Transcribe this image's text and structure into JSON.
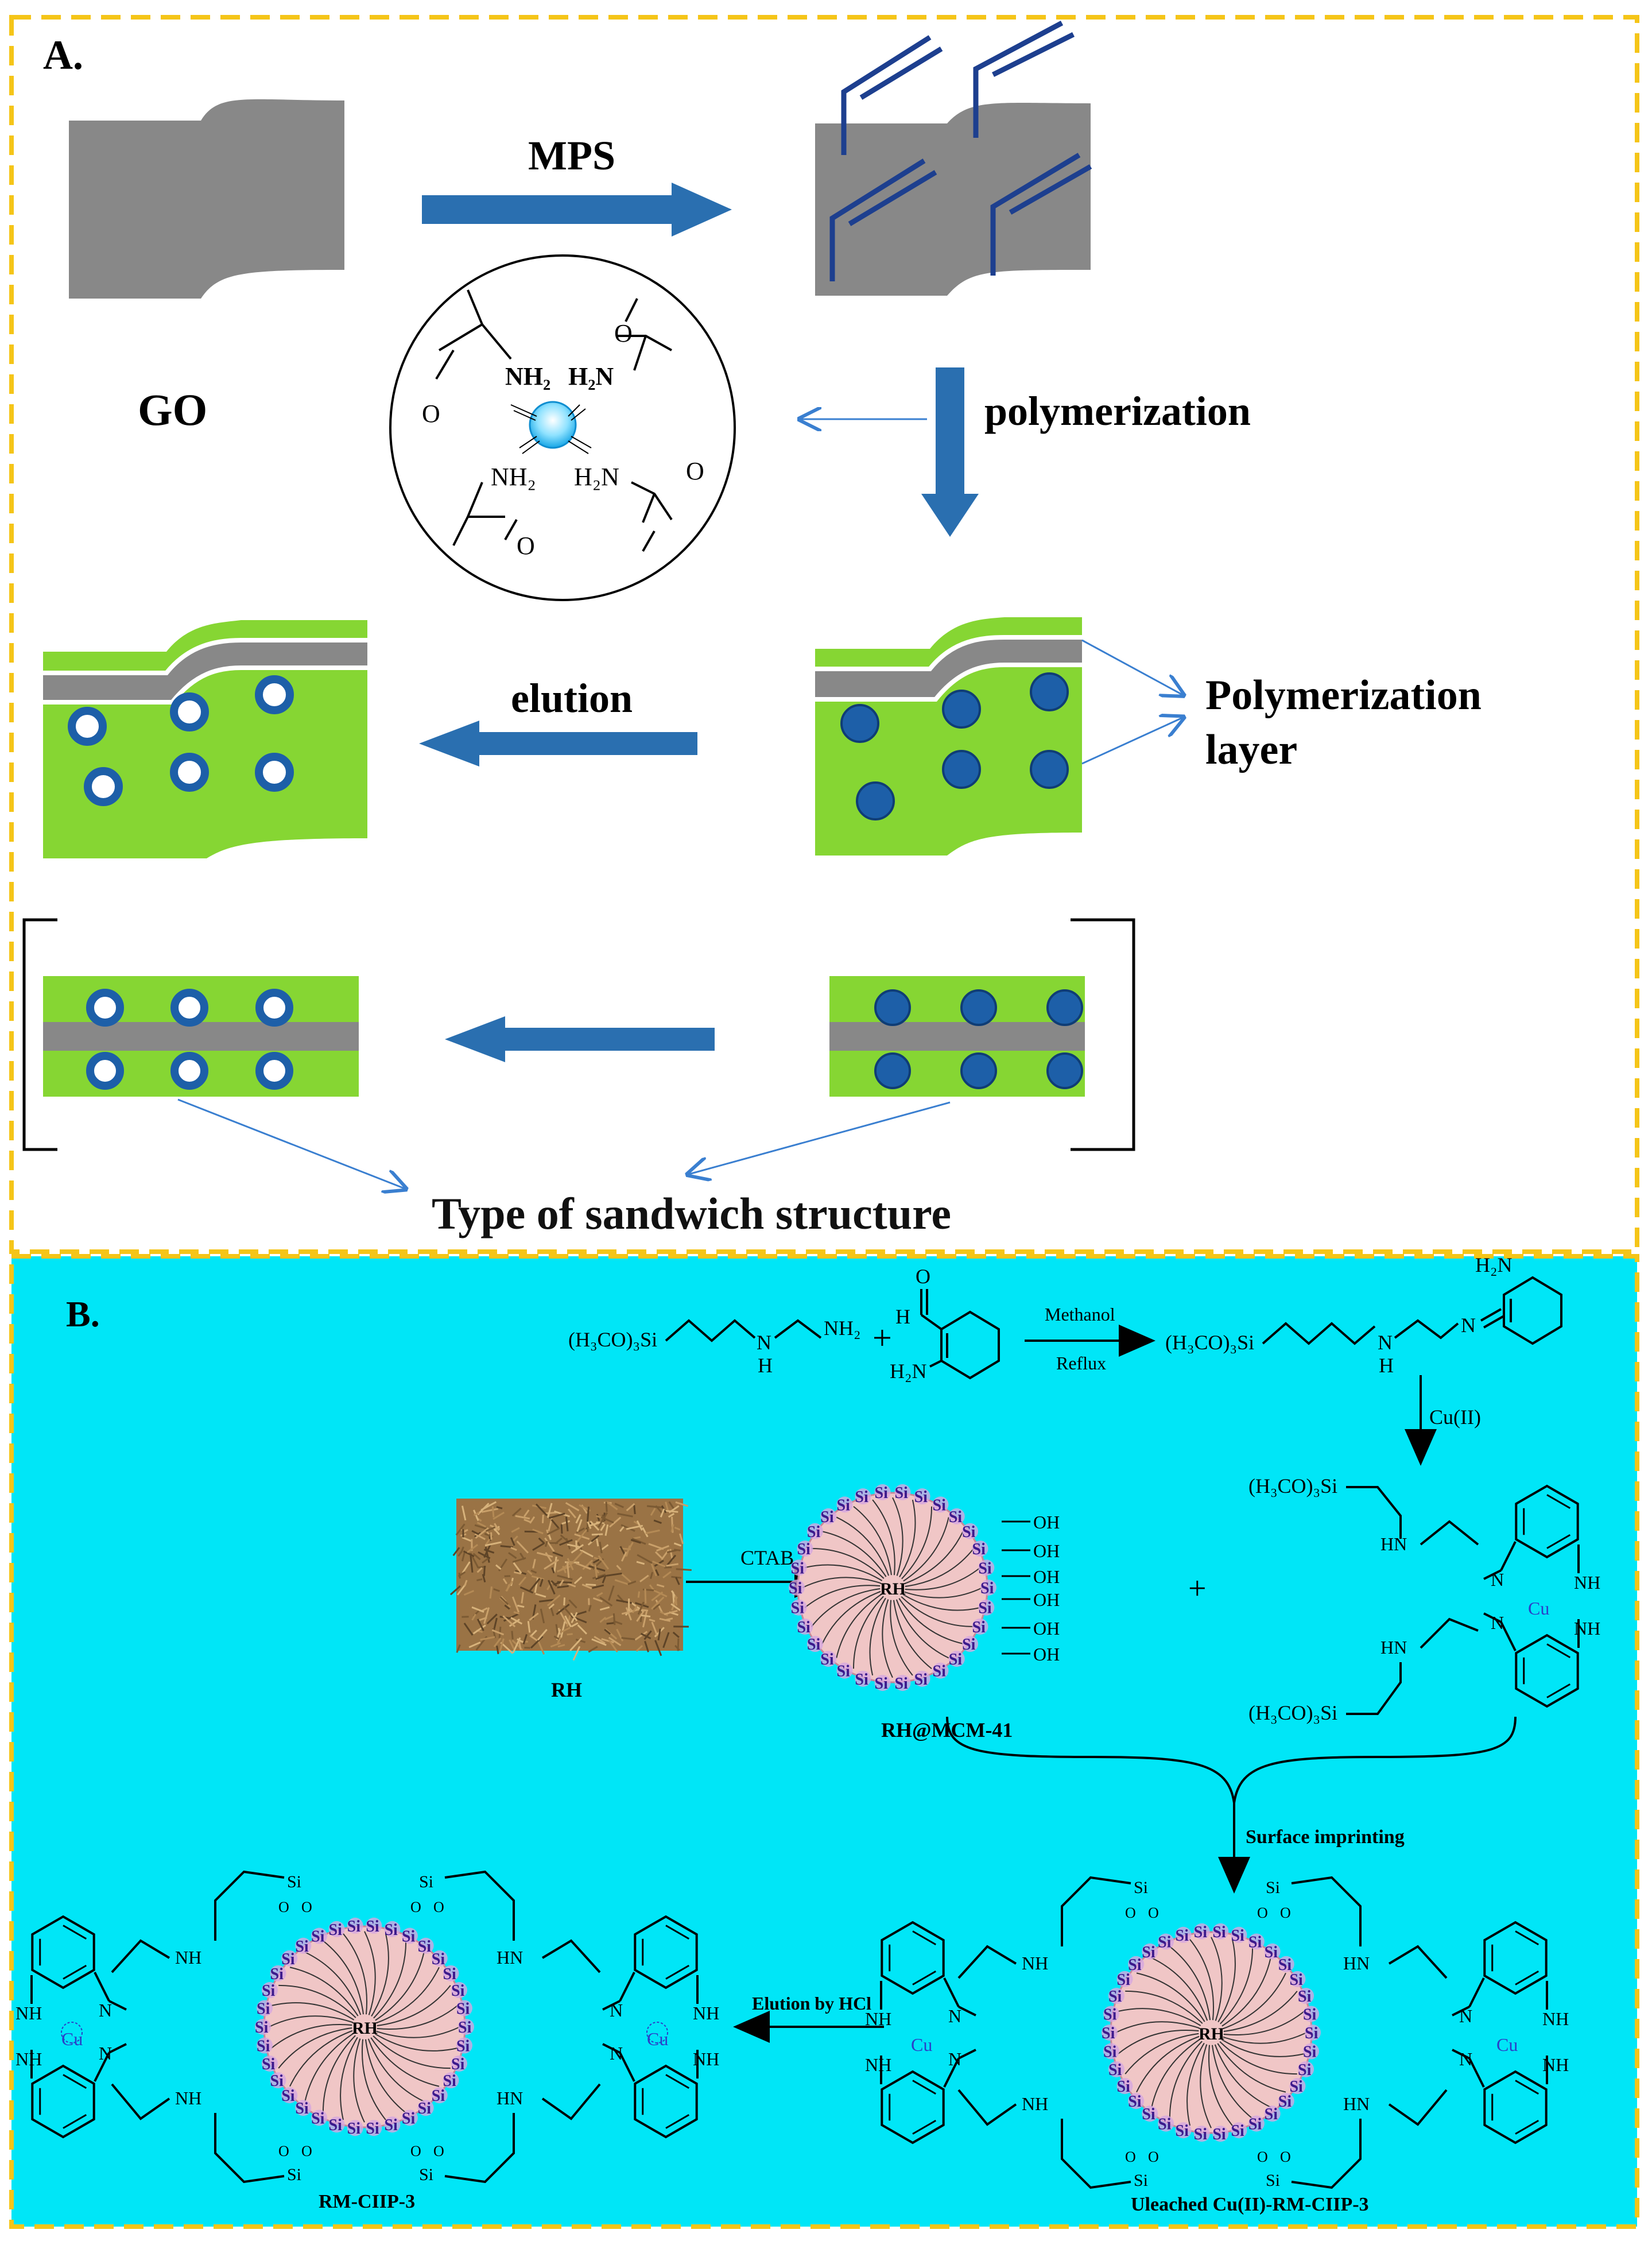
{
  "panel_a": {
    "label": "A.",
    "go_label": "GO",
    "mps_label": "MPS",
    "polymerization_label": "polymerization",
    "elution_label": "elution",
    "poly_layer_line1": "Polymerization",
    "poly_layer_line2": "layer",
    "sandwich_label": "Type of sandwich structure",
    "inset_labels": {
      "nh2_top_left": "NH₂",
      "h2n_top_right": "H₂N",
      "nh2_bottom_left": "NH₂",
      "h2n_bottom_right": "H₂N",
      "o1": "O",
      "o2": "O",
      "o3": "O",
      "o4": "O"
    }
  },
  "panel_b": {
    "label": "B.",
    "reagent1": "(H₃CO)₃Si",
    "reagent1_n1": "N",
    "reagent1_h1": "H",
    "reagent1_nh2": "NH₂",
    "plus1": "+",
    "aldehyde_o": "O",
    "aldehyde_h": "H",
    "aldehyde_h2n": "H₂N",
    "arrow1_top": "Methanol",
    "arrow1_bottom": "Reflux",
    "product1_si": "(H₃CO)₃Si",
    "product1_n": "N",
    "product1_h": "H",
    "product1_n2": "N",
    "product1_h2n": "H₂N",
    "cu_step": "Cu(II)",
    "rh_caption": "RH",
    "ctab_label": "CTAB",
    "mcm_caption": "RH@MCM-41",
    "mcm_core": "RH",
    "si_label": "Si",
    "oh_label": "OH",
    "si_oh_label": "Si–OH",
    "plus2": "+",
    "complex_si_top": "(H₃CO)₃Si",
    "complex_si_bottom": "(H₃CO)₃Si",
    "hn": "HN",
    "nh": "NH",
    "n": "N",
    "cu": "Cu",
    "o": "O",
    "si_o": "Si",
    "surface_imprinting": "Surface imprinting",
    "elution_hcl": "Elution by HCl",
    "rm_caption": "RM-CIIP-3",
    "uleached_caption": "Uleached Cu(II)-RM-CIIP-3",
    "core_left": "RH",
    "core_right": "RH"
  },
  "colors": {
    "frame_yellow": "#f5c518",
    "panel_b_bg": "#00e6f7",
    "sheet_gray": "#8c8c8c",
    "arrow_blue": "#2a6fb0",
    "green": "#86d633",
    "dot_blue": "#1d5fa8",
    "bond_blue": "#1d3f8f",
    "pink": "#f0c6c6",
    "si_purple": "#3c1a8c"
  }
}
